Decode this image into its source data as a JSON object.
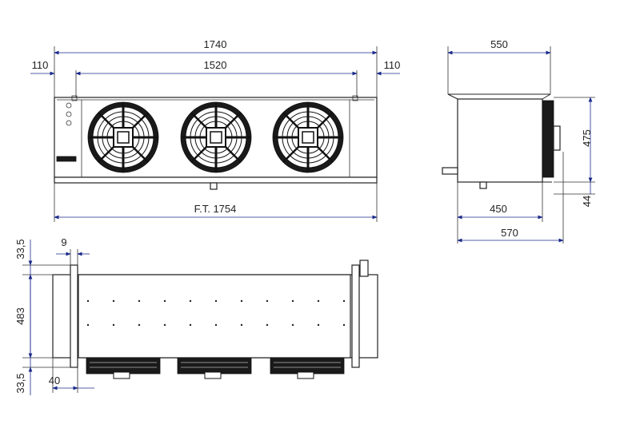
{
  "dimensions": {
    "front": {
      "overall_length": "1740",
      "fixing_span": "1520",
      "left_overhang": "110",
      "right_overhang": "110",
      "total_length": "F.T. 1754"
    },
    "side": {
      "depth_top": "550",
      "height": "475",
      "base_offset": "44",
      "depth_inner": "450",
      "depth_outer": "570"
    },
    "plan": {
      "top_margin": "33,5",
      "bracket_width": "9",
      "body_width": "483",
      "bottom_margin": "33,5",
      "bracket_offset": "40"
    }
  },
  "fan_count": 3,
  "colors": {
    "line": "#222222",
    "dimension_line": "#1a2a8a",
    "fan_guard": "#111111"
  }
}
